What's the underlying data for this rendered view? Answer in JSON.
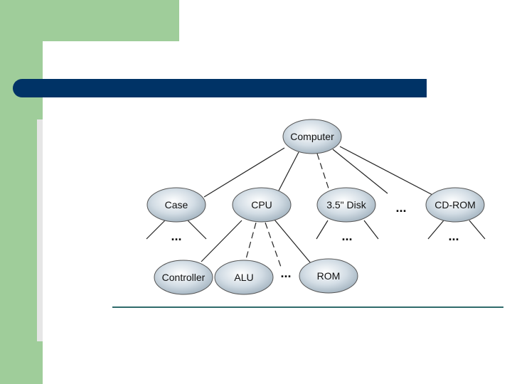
{
  "nodes": {
    "computer": "Computer",
    "case": "Case",
    "cpu": "CPU",
    "disk": "3.5\" Disk",
    "cdrom": "CD-ROM",
    "controller": "Controller",
    "alu": "ALU",
    "rom": "ROM"
  },
  "ellipsis": "...",
  "colors": {
    "sidebar_green": "#9fcd9a",
    "title_bar": "#003366",
    "rule": "#2f6b6b",
    "node_fill": "#cdd9e2"
  }
}
